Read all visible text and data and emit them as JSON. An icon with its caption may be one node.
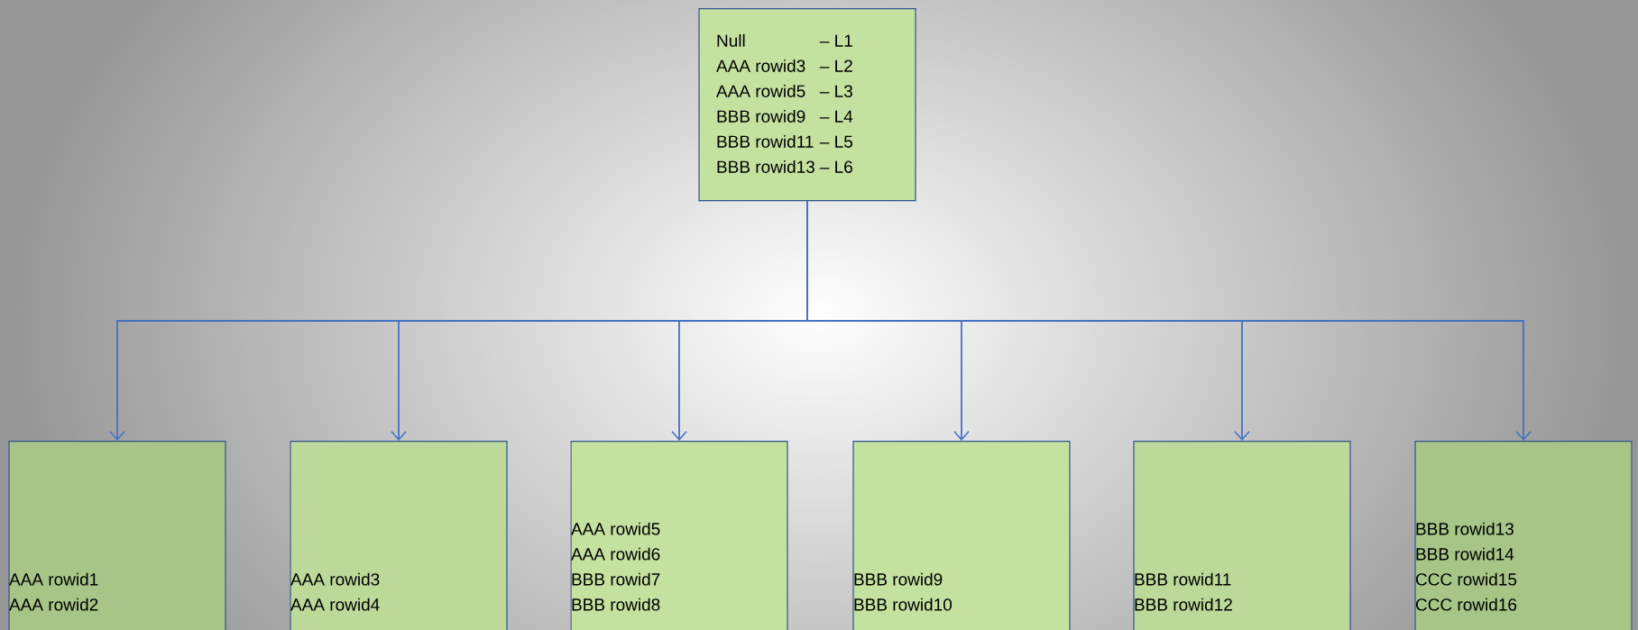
{
  "diagram": {
    "nodes": [
      {
        "text": [
          "Null",
          "– L1",
          "AAA  rowid3",
          "– L2",
          "AAA  rowid5",
          "– L3",
          "BBB  rowid9",
          "– L4",
          "BBB  rowid11",
          "– L5",
          "BBB  rowid13",
          "– L6"
        ]
      },
      {
        "text": [
          "AAA rowid1",
          "AAA rowid2"
        ]
      },
      {
        "text": [
          "AAA rowid3",
          "AAA rowid4"
        ]
      },
      {
        "text": [
          "AAA rowid5",
          "AAA rowid6",
          "BBB rowid7",
          "BBB rowid8"
        ]
      },
      {
        "text": [
          "BBB rowid9",
          "BBB rowid10"
        ]
      },
      {
        "text": [
          "BBB rowid11",
          "BBB rowid12"
        ]
      },
      {
        "text": [
          "BBB rowid13",
          "BBB rowid14",
          "CCC rowid15",
          "CCC rowid16"
        ]
      }
    ],
    "edges": [
      {
        "from": 0,
        "to": 1,
        "arrow": "to"
      },
      {
        "from": 0,
        "to": 2,
        "arrow": "to"
      },
      {
        "from": 0,
        "to": 3,
        "arrow": "to"
      },
      {
        "from": 0,
        "to": 4,
        "arrow": "to"
      },
      {
        "from": 0,
        "to": 5,
        "arrow": "to"
      },
      {
        "from": 0,
        "to": 6,
        "arrow": "to"
      }
    ]
  }
}
